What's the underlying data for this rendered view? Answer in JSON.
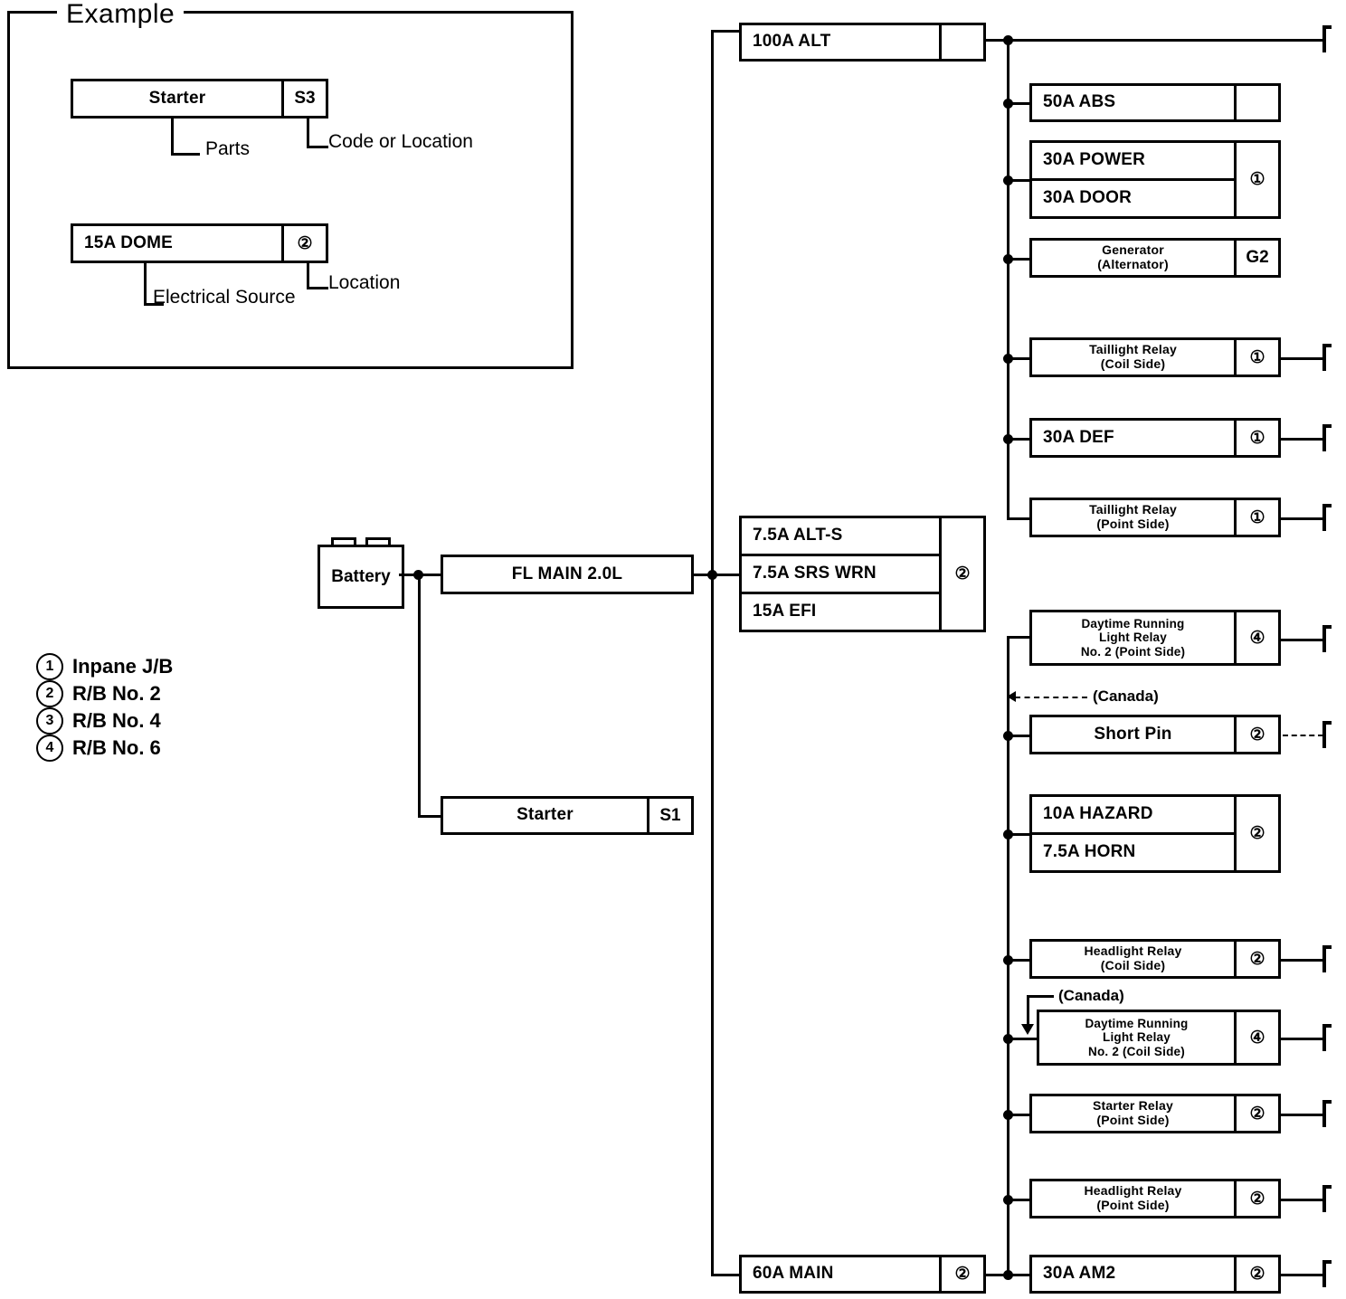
{
  "example": {
    "title": "Example",
    "row1": {
      "part": "Starter",
      "code": "S3"
    },
    "row1_notes": {
      "parts": "Parts",
      "code": "Code or Location"
    },
    "row2": {
      "source": "15A DOME",
      "location": "②"
    },
    "row2_notes": {
      "source": "Electrical Source",
      "location": "Location"
    }
  },
  "legend": {
    "items": [
      {
        "symbol": "1",
        "label": "Inpane J/B"
      },
      {
        "symbol": "2",
        "label": "R/B No. 2"
      },
      {
        "symbol": "3",
        "label": "R/B No. 4"
      },
      {
        "symbol": "4",
        "label": "R/B No. 6"
      }
    ]
  },
  "source": {
    "battery": "Battery",
    "fl_main": "FL MAIN 2.0L",
    "starter": {
      "name": "Starter",
      "code": "S1"
    }
  },
  "alt_branch": {
    "alt_fuse": {
      "name": "100A ALT",
      "location": ""
    },
    "abs": {
      "name": "50A ABS",
      "location": ""
    },
    "power_door": {
      "rows": [
        "30A POWER",
        "30A DOOR"
      ],
      "location": "①"
    },
    "generator": {
      "name": "Generator\n(Alternator)",
      "location": "G2"
    },
    "taillight_coil": {
      "name": "Taillight Relay\n(Coil Side)",
      "location": "①"
    },
    "def": {
      "name": "30A DEF",
      "location": "①"
    },
    "taillight_point": {
      "name": "Taillight Relay\n(Point Side)",
      "location": "①"
    }
  },
  "alt_s_group": {
    "rows": [
      "7.5A ALT-S",
      "7.5A SRS WRN",
      "15A EFI"
    ],
    "location": "②"
  },
  "main_branch": {
    "main_fuse": {
      "name": "60A MAIN",
      "location": "②"
    },
    "drl_point": {
      "name": "Daytime Running\nLight Relay\nNo. 2 (Point Side)",
      "location": "④"
    },
    "canada_note_top": "(Canada)",
    "short_pin": {
      "name": "Short Pin",
      "location": "②"
    },
    "hazard_horn": {
      "rows": [
        "10A HAZARD",
        "7.5A HORN"
      ],
      "location": "②"
    },
    "headlight_coil": {
      "name": "Headlight Relay\n(Coil Side)",
      "location": "②"
    },
    "canada_note_bottom": "(Canada)",
    "drl_coil": {
      "name": "Daytime Running\nLight Relay\nNo. 2 (Coil Side)",
      "location": "④"
    },
    "starter_relay_point": {
      "name": "Starter Relay\n(Point Side)",
      "location": "②"
    },
    "headlight_point": {
      "name": "Headlight Relay\n(Point Side)",
      "location": "②"
    },
    "am2": {
      "name": "30A AM2",
      "location": "②"
    }
  },
  "colors": {
    "line": "#000000",
    "background": "#ffffff"
  }
}
